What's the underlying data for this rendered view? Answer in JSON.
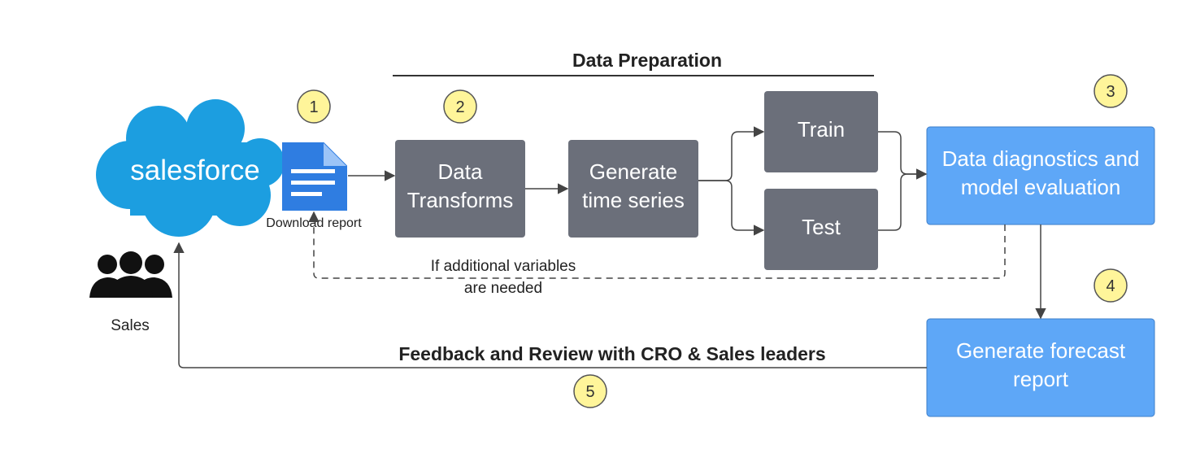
{
  "section_title": "Data Preparation",
  "salesforce": {
    "logo_text": "salesforce"
  },
  "download_report": {
    "label": "Download report"
  },
  "sales": {
    "label": "Sales"
  },
  "boxes": {
    "data_transforms": {
      "line1": "Data",
      "line2": "Transforms"
    },
    "generate_time_series": {
      "line1": "Generate",
      "line2": "time series"
    },
    "train": {
      "label": "Train"
    },
    "test": {
      "label": "Test"
    },
    "diagnostics": {
      "line1": "Data diagnostics and",
      "line2": "model evaluation"
    },
    "forecast": {
      "line1": "Generate forecast",
      "line2": "report"
    }
  },
  "loop_label": {
    "line1": "If additional variables",
    "line2": "are needed"
  },
  "feedback_label": "Feedback and Review with CRO & Sales leaders",
  "steps": [
    "1",
    "2",
    "3",
    "4",
    "5"
  ],
  "colors": {
    "gray_box": "#6b6f7a",
    "blue_box": "#5ea7f7",
    "step_circle": "#fff59a",
    "salesforce_cloud": "#1c9ee0",
    "doc_icon": "#2f7de1"
  }
}
